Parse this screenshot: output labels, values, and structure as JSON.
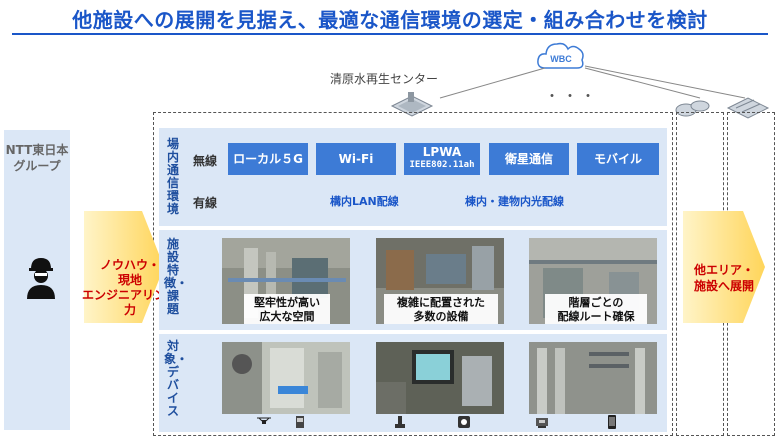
{
  "title": "他施設への展開を見据え、最適な通信環境の選定・組み合わせを検討",
  "plant": {
    "label": "清原水再生センター",
    "cloud": "WBC",
    "more": "・・・"
  },
  "ntt": {
    "label_line1": "NTT東日本",
    "label_line2": "グループ"
  },
  "knowhow": {
    "line1": "ノウハウ・",
    "line2": "現地",
    "line3": "エンジニアリング力"
  },
  "expand": {
    "line1": "他エリア・",
    "line2": "施設へ展開"
  },
  "rows": {
    "comm": {
      "label": "場内通信環境"
    },
    "facility": {
      "label": "施設特徴・課題"
    },
    "target": {
      "label": "対象・デバイス"
    }
  },
  "comm": {
    "wireless_label": "無線",
    "wired_label": "有線",
    "techs": [
      {
        "name": "ローカル５G"
      },
      {
        "name": "Wi-Fi"
      },
      {
        "name": "LPWA",
        "sub": "IEEE802.11ah"
      },
      {
        "name": "衛星通信"
      },
      {
        "name": "モバイル"
      }
    ],
    "wired": [
      "構内LAN配線",
      "棟内・建物内光配線"
    ]
  },
  "features": [
    {
      "line1": "堅牢性が高い",
      "line2": "広大な空間"
    },
    {
      "line1": "複雑に配置された",
      "line2": "多数の設備"
    },
    {
      "line1": "階層ごとの",
      "line2": "配線ルート確保"
    }
  ],
  "devices": [
    "drone-icon",
    "meter-icon",
    "sensor-icon",
    "camera-icon",
    "robot-icon",
    "tablet-icon"
  ],
  "colors": {
    "accent": "#1a56c8",
    "box": "#3d7bd6",
    "panel": "#dbe7f6",
    "alert": "#cc0000",
    "chevron": "#ffd96a"
  }
}
